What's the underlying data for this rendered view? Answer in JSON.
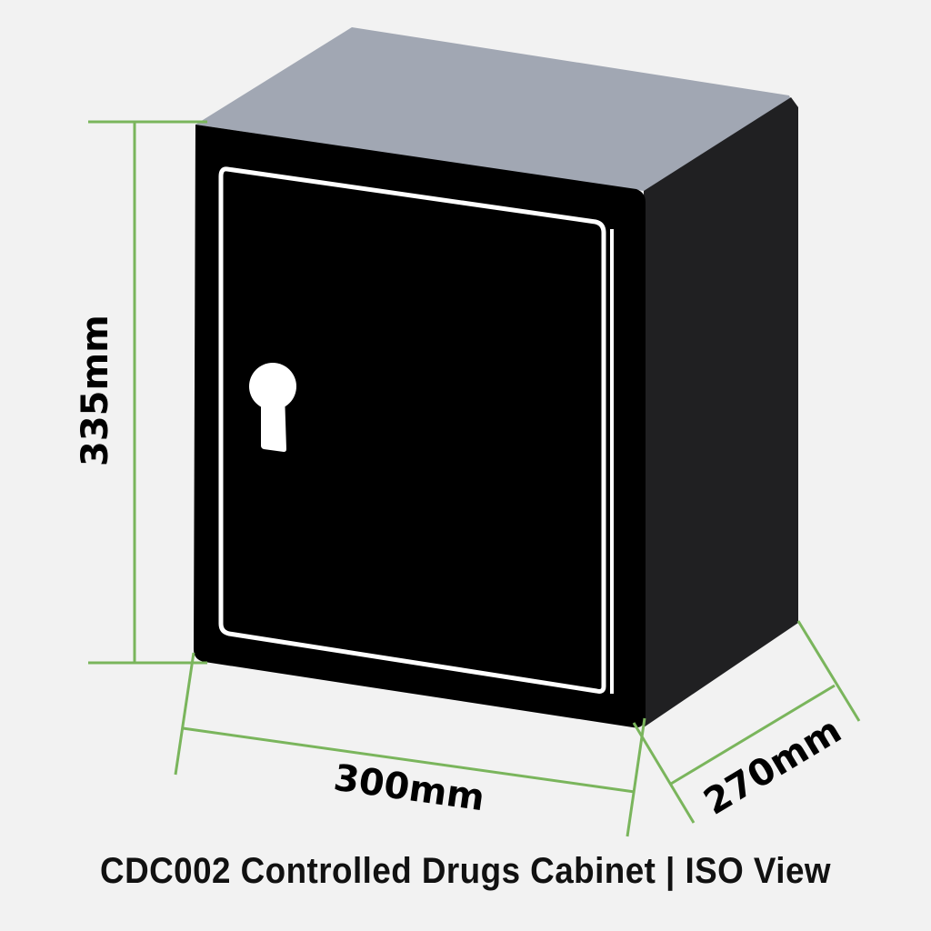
{
  "product": {
    "code": "CDC002",
    "name": "Controlled Drugs Cabinet",
    "view": "ISO View"
  },
  "caption": "CDC002 Controlled Drugs Cabinet | ISO View",
  "dimensions": {
    "height": "335mm",
    "width": "300mm",
    "depth": "270mm"
  },
  "colors": {
    "background": "#f2f2f2",
    "dimension_lines": "#7ab55c",
    "cabinet_front": "#000000",
    "cabinet_side": "#202022",
    "cabinet_top": "#a1a7b3",
    "door_outline": "#ffffff",
    "keyhole": "#ffffff"
  }
}
